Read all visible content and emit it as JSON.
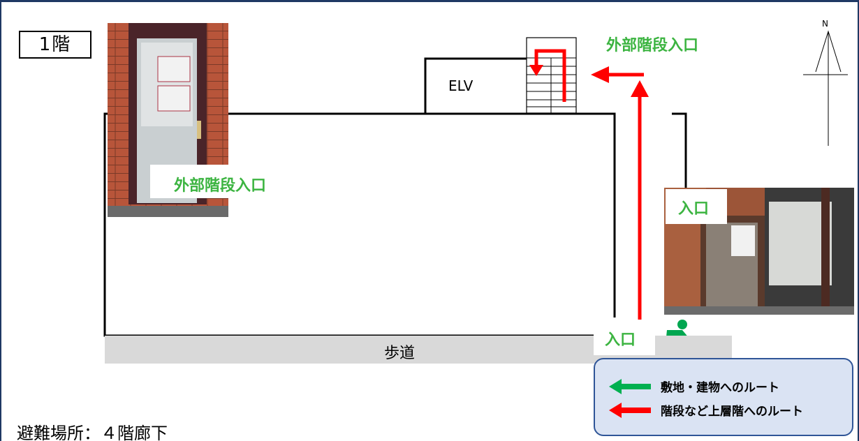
{
  "floor": {
    "label": "1階"
  },
  "labels": {
    "elv": "ELV",
    "outer_stairs_top": "外部階段入口",
    "outer_stairs_photo": "外部階段入口",
    "entrance_photo": "入口",
    "entrance_street": "入口",
    "sidewalk": "歩道",
    "shelter": "避難場所：４階廊下",
    "compass_north": "N"
  },
  "legend": {
    "items": [
      {
        "text": "敷地・建物へのルート",
        "color": "#00b050"
      },
      {
        "text": "階段など上層階へのルート",
        "color": "#ff0000"
      }
    ]
  },
  "colors": {
    "route_green": "#00b050",
    "route_red": "#ff0000",
    "label_green": "#3cb441",
    "legend_fill": "#dae3f3",
    "legend_border": "#2f5597",
    "sidewalk": "#d9d9d9"
  },
  "icons": [
    "running-person-icon",
    "door-photo-icon",
    "entrance-photo-icon",
    "compass-icon",
    "stairs-icon"
  ]
}
